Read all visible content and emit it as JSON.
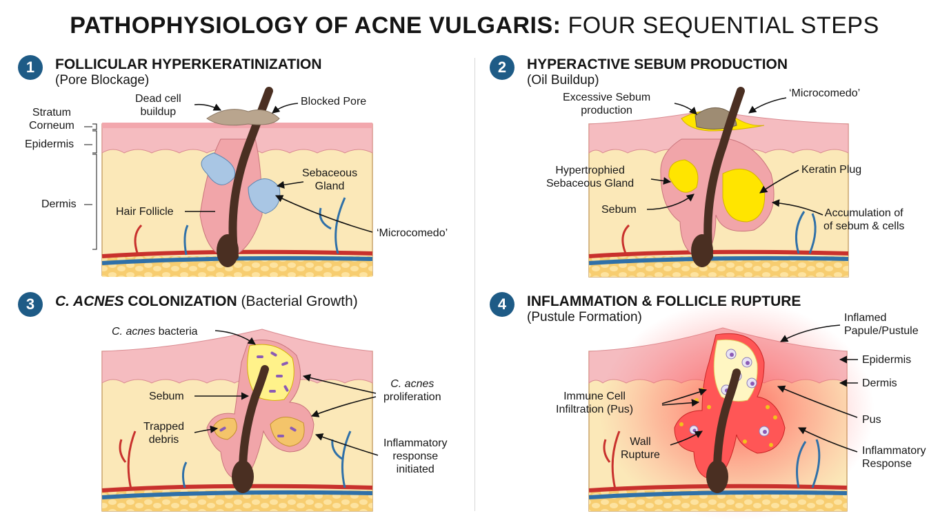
{
  "title": {
    "bold": "PATHOPHYSIOLOGY OF ACNE VULGARIS:",
    "light": "FOUR SEQUENTIAL STEPS"
  },
  "colors": {
    "badge": "#1e5b86",
    "epidermis": "#f5bcc0",
    "dermis": "#fbe8b8",
    "fat": "#f8d27e",
    "artery": "#c8312d",
    "vein": "#2f70a8",
    "hair": "#4a2f22",
    "sebum": "#ffe500",
    "inflammation": "#ff4a4a"
  },
  "panels": [
    {
      "number": "1",
      "heading": "FOLLICULAR HYPERKERATINIZATION",
      "subheading": "(Pore Blockage)",
      "labels": {
        "dead_cell": "Dead cell\nbuildup",
        "blocked_pore": "Blocked Pore",
        "stratum": "Stratum\nCorneum",
        "epidermis": "Epidermis",
        "dermis": "Dermis",
        "sebaceous": "Sebaceous\nGland",
        "hair_follicle": "Hair Follicle",
        "microcomedo": "‘Microcomedo’"
      }
    },
    {
      "number": "2",
      "heading": "HYPERACTIVE SEBUM PRODUCTION",
      "subheading": "(Oil Buildup)",
      "labels": {
        "excessive": "Excessive Sebum\nproduction",
        "microcomedo": "‘Microcomedo’",
        "hypertrophied": "Hypertrophied\nSebaceous Gland",
        "keratin": "Keratin Plug",
        "sebum": "Sebum",
        "accumulation": "Accumulation of\nof sebum & cells"
      }
    },
    {
      "number": "3",
      "heading_italic": "C. ACNES",
      "heading": "COLONIZATION",
      "heading_extra": "(Bacterial Growth)",
      "labels": {
        "bacteria_italic": "C. acnes",
        "bacteria": "bacteria",
        "proliferation_italic": "C. acnes",
        "proliferation": "proliferation",
        "sebum": "Sebum",
        "trapped": "Trapped\ndebris",
        "inflammatory": "Inflammatory\nresponse\ninitiated"
      }
    },
    {
      "number": "4",
      "heading": "INFLAMMATION & FOLLICLE RUPTURE",
      "subheading": "(Pustule Formation)",
      "labels": {
        "inflamed": "Inflamed\nPapule/Pustule",
        "epidermis": "Epidermis",
        "dermis": "Dermis",
        "immune": "Immune Cell\nInfiltration (Pus)",
        "pus": "Pus",
        "wall": "Wall\nRupture",
        "inflammatory": "Inflammatory\nResponse"
      }
    }
  ]
}
